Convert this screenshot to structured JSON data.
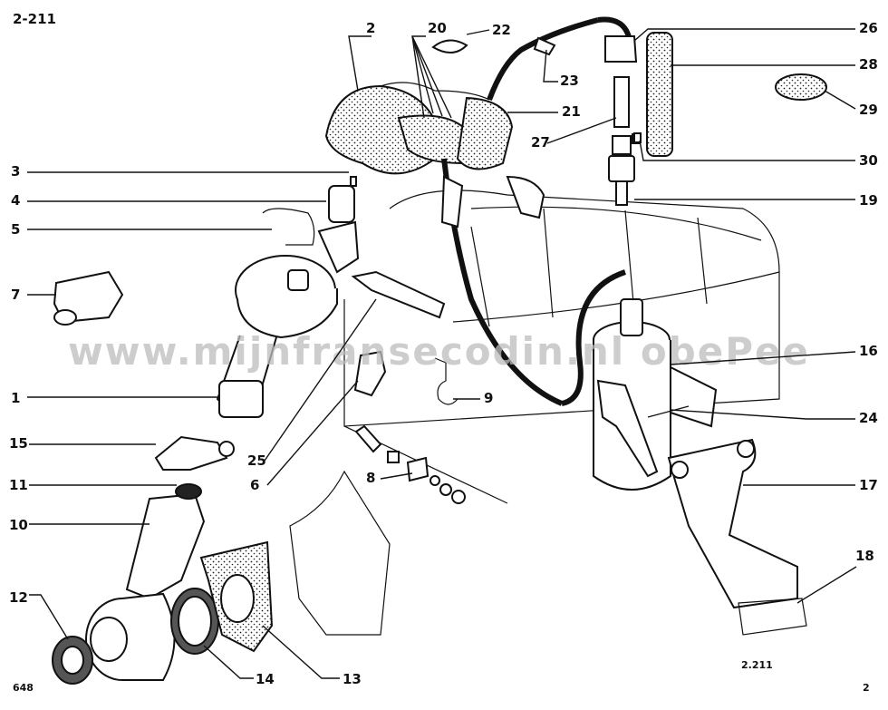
{
  "diagram": {
    "page_ref": "2-211",
    "figure_code": "2.211",
    "corner_code": "648",
    "page_number": "2",
    "watermark": "www.mijnfransecodin.nl    obePee",
    "callouts": [
      "1",
      "2",
      "3",
      "4",
      "5",
      "6",
      "7",
      "8",
      "9",
      "10",
      "11",
      "12",
      "13",
      "14",
      "15",
      "16",
      "17",
      "18",
      "19",
      "20",
      "21",
      "22",
      "23",
      "24",
      "25",
      "26",
      "27",
      "28",
      "29",
      "30"
    ]
  }
}
